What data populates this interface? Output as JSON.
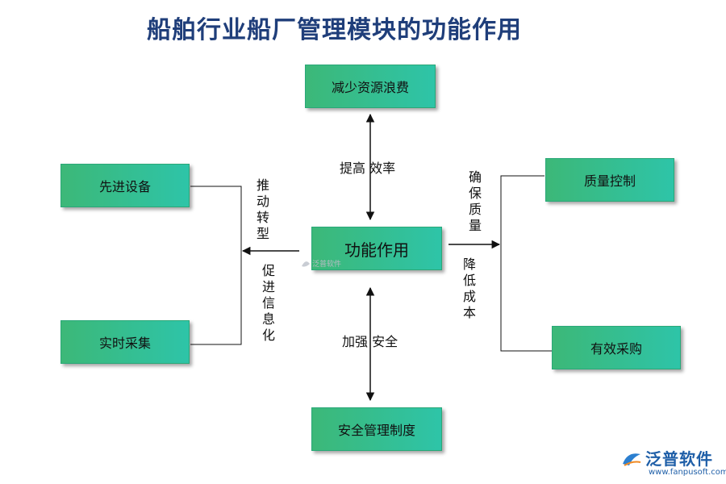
{
  "title": "船舶行业船厂管理模块的功能作用",
  "center_box": "功能作用",
  "boxes": {
    "top": "减少资源浪费",
    "bottom": "安全管理制度",
    "left_top": "先进设备",
    "left_bottom": "实时采集",
    "right_top": "质量控制",
    "right_bottom": "有效采购"
  },
  "labels": {
    "up": "提高 效率",
    "down": "加强 安全",
    "left_upper": "推动转型",
    "left_lower": "促进信息化",
    "right_upper": "确保质量",
    "right_lower": "降低成本"
  },
  "watermark": {
    "center": "泛普软件",
    "logo": "泛普软件",
    "url": "www.fanpusoft.com"
  },
  "colors": {
    "title": "#1f3e7a",
    "box_start": "#3cb878",
    "box_end": "#2ec4a8",
    "logo": "#1f5fa8"
  }
}
